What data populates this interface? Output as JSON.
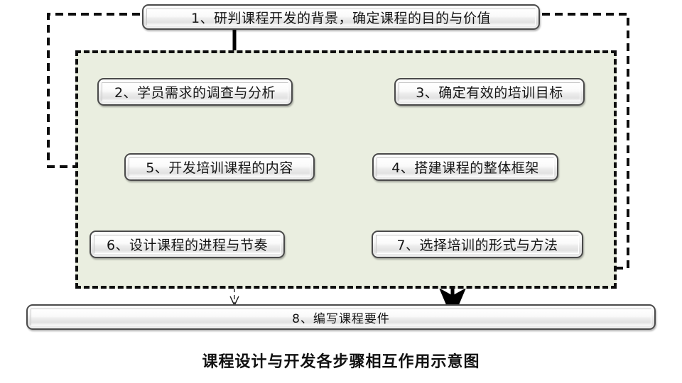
{
  "diagram": {
    "title": "课程设计与开发各步骤相互作用示意图",
    "panel_fill": "#eaeee0",
    "panel_border": "#0d0d0d",
    "node_border": "#4a4a4a",
    "solid_arrow_color": "#000000",
    "dashed_arrow_color": "#1a1a1a",
    "nodes": [
      {
        "id": "step1",
        "label": "1、研判课程开发的背景，确定课程的目的与价值"
      },
      {
        "id": "step2",
        "label": "2、学员需求的调查与分析"
      },
      {
        "id": "step3",
        "label": "3、确定有效的培训目标"
      },
      {
        "id": "step4",
        "label": "4、搭建课程的整体框架"
      },
      {
        "id": "step5",
        "label": "5、开发培训课程的内容"
      },
      {
        "id": "step6",
        "label": "6、设计课程的进程与节奏"
      },
      {
        "id": "step7",
        "label": "7、选择培训的形式与方法"
      },
      {
        "id": "step8",
        "label": "8、编写课程要件"
      }
    ],
    "connections": [
      {
        "from": "step1",
        "to": "step2",
        "style": "solid-thick"
      },
      {
        "from": "step2",
        "to": "step3",
        "style": "solid-thick"
      },
      {
        "from": "step3",
        "to": "step4",
        "style": "solid-thick"
      },
      {
        "from": "step4",
        "to": "step5",
        "style": "solid-thick"
      },
      {
        "from": "step5",
        "to": "step6",
        "style": "solid-thick"
      },
      {
        "from": "step6",
        "to": "step7",
        "style": "solid-thick"
      },
      {
        "from": "step7",
        "to": "step8",
        "style": "solid-thick"
      },
      {
        "from": "step2",
        "to": "step4",
        "style": "dashed-thin"
      },
      {
        "from": "step3",
        "to": "step5",
        "style": "dashed-thin"
      },
      {
        "from": "step2",
        "to": "step6",
        "style": "dashed-thin"
      },
      {
        "from": "step3",
        "to": "step7",
        "style": "dashed-thin"
      },
      {
        "from": "step5",
        "to": "step7",
        "style": "dashed-thin"
      },
      {
        "from": "step6",
        "to": "step8",
        "style": "dashed-thin"
      },
      {
        "from": "step1",
        "to": "step5",
        "style": "dashed-thick-loop-left"
      },
      {
        "from": "step1",
        "to": "step7",
        "style": "dashed-thick-loop-right"
      }
    ]
  }
}
